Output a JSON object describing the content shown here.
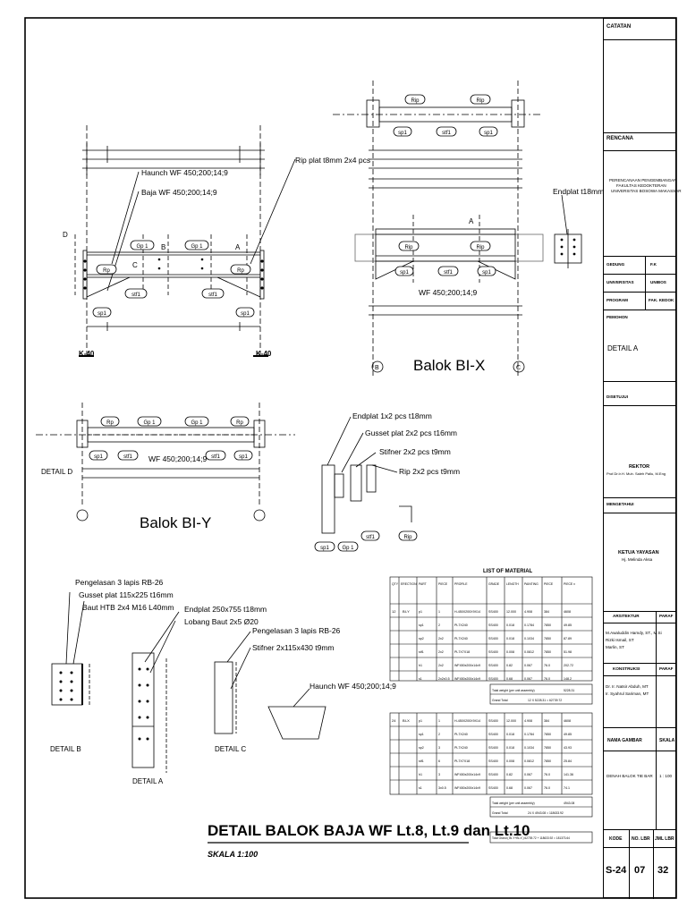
{
  "drawing": {
    "main_title": "DETAIL BALOK BAJA WF Lt.8, Lt.9 dan Lt.10",
    "scale": "SKALA 1:100"
  },
  "views": {
    "balok_by": "Balok BI-Y",
    "balok_bx": "Balok BI-X",
    "detail_a": "DETAIL A",
    "detail_b": "DETAIL B",
    "detail_c": "DETAIL C",
    "detail_d": "DETAIL D"
  },
  "labels": {
    "haunch": "Haunch WF 450;200;14;9",
    "baja": "Baja WF 450;200;14;9",
    "rip_plat": "Rip plat t8mm 2x4 pcs",
    "endplat_t18": "Endplat t18mm",
    "wf_label": "WF 450;200;14;9",
    "endplat_1x2": "Endplat 1x2 pcs t18mm",
    "gusset_2x2": "Gusset plat 2x2 pcs t16mm",
    "stifner_2x2": "Stifner 2x2 pcs t9mm",
    "rip_2x2": "Rip 2x2 pcs t9mm",
    "pengelasan_1": "Pengelasan 3 lapis RB-26",
    "gusset_115": "Gusset plat 115x225 t16mm",
    "baut": "Baut HTB 2x4 M16 L40mm",
    "endplat_250": "Endplat 250x755 t18mm",
    "lobang": "Lobang Baut 2x5 Ø20",
    "pengelasan_2": "Pengelasan 3 lapis RB-26",
    "stifner_2x115": "Stifner 2x115x430 t9mm",
    "haunch_2": "Haunch WF 450;200;14;9",
    "k40": "K-40",
    "grid_b": "B",
    "grid_c": "C",
    "grid_d": "D",
    "grid_a": "A"
  },
  "material_list": {
    "title": "LIST OF MATERIAL",
    "headers": [
      "QTY UNIT",
      "ERECTION MARK",
      "PART MARK",
      "PIECE QTY",
      "PROFILE",
      "GRADE",
      "LENGTH (m)",
      "PAINTING AREA(m²)/pce",
      "PIECE WEIGHT(Kg)",
      "PIECE x QTY WEIGHT(Kg)"
    ],
    "group1": {
      "qty": "12",
      "mark": "BI-Y",
      "rows": [
        [
          "p1",
          "1",
          "H-450X200X9X14",
          "SS400",
          "12.000",
          "4.908",
          "384",
          "4608"
        ],
        [
          "sp1",
          "2",
          "PL7X240",
          "SS400",
          "0.018",
          "0.1784",
          "7850",
          "49.85"
        ],
        [
          "sp2",
          "2x2",
          "PL7X240",
          "SS400",
          "0.018",
          "0.1034",
          "7850",
          "87.89"
        ],
        [
          "stf1",
          "2x2",
          "PL7X7X18",
          "SS400",
          "0.008",
          "0.0812",
          "7850",
          "51.98"
        ],
        [
          "h1",
          "2x2",
          "WF450x200x14x9",
          "SS400",
          "0.82",
          "0.067",
          "76.0",
          "202.72"
        ],
        [
          "s1",
          "2x2x0.5",
          "WF450x200x14x9",
          "SS400",
          "0.68",
          "0.067",
          "76.0",
          "148.2"
        ]
      ],
      "total_unit": "Total weight (per unit assembly)",
      "total_unit_val": "5228.31",
      "grand": "Grand Total",
      "grand_val": "12  X  5228.31  =  62739.72"
    },
    "group2": {
      "qty": "24",
      "mark": "BI-X",
      "rows": [
        [
          "p1",
          "1",
          "H-450X200X9X14",
          "SS400",
          "12.000",
          "4.908",
          "384",
          "4608"
        ],
        [
          "sp1",
          "2",
          "PL7X240",
          "SS400",
          "0.018",
          "0.1784",
          "7850",
          "49.85"
        ],
        [
          "sp2",
          "3",
          "PL7X240",
          "SS400",
          "0.018",
          "0.1034",
          "7850",
          "43.93"
        ],
        [
          "stf1",
          "6",
          "PL7X7X18",
          "SS400",
          "0.008",
          "0.0812",
          "7850",
          "25.84"
        ],
        [
          "h1",
          "3",
          "WF450x200x14x9",
          "SS400",
          "0.82",
          "0.067",
          "76.0",
          "141.36"
        ],
        [
          "s1",
          "3x0.5",
          "WF450x200x14x9",
          "SS400",
          "0.68",
          "0.067",
          "76.0",
          "74.1"
        ]
      ],
      "total_unit": "Total weight (per unit assembly)",
      "total_unit_val": "4943.08",
      "grand": "Grand Total",
      "grand_val": "24  X  4943.08  =  118633.92"
    },
    "grand_all": "Total Grand ( BI-Y+BI-X )     62739.72 + 118633.92  =  181373.64"
  },
  "title_block": {
    "catatan": "CATATAN",
    "rencana": "RENCANA",
    "project": [
      "PERENCANAAN PENGEMBANGAN",
      "FAKULTAS KEDOKTERAN",
      "UNIVERSITAS BOSOWA MAKASSAR"
    ],
    "gedung_label": "GEDUNG",
    "gedung_val": "F.K",
    "universitas_label": "UNIVERSITAS",
    "universitas_val": "UNIBOS",
    "program_label": "PROGRAM",
    "program_val": "FAK. KEDOK",
    "pemohon": "PEMOHON",
    "detail_a": "DETAIL A",
    "disetujui": "DISETUJUI",
    "rektor": "REKTOR",
    "rektor_name": "Prof.Dr.Ir.H. Muh. Saleh Pallu, M.Eng",
    "mengetahui": "MENGETAHUI",
    "ketua": "KETUA YAYASAN",
    "ketua_name": "Hj. Melinda Aksa",
    "arsitektur": "ARSITEKTUR",
    "paraf": "PARAF",
    "arsitek_names": [
      "M.Awaluddin Hamdy, ST., M.Si",
      "Rizki Ismail, ST",
      "Marlin, ST"
    ],
    "konstruksi": "KONSTRUKSI",
    "konstruksi_names": [
      "Dr. Ir. Natsir Abduh, MT",
      "Ir. Syahrul Sariman, MT"
    ],
    "nama_gambar": "NAMA GAMBAR",
    "skala": "SKALA",
    "nama_val": "DENAH BALOK TIE BAR",
    "skala_val": "1 : 100",
    "kode": "KODE",
    "no_lbr": "NO. LBR",
    "jml_lbr": "JML LBR",
    "kode_val": "S-24",
    "no_val": "07",
    "jml_val": "32"
  },
  "colors": {
    "line": "#000000",
    "paper": "#ffffff",
    "hatch": "#666666"
  }
}
